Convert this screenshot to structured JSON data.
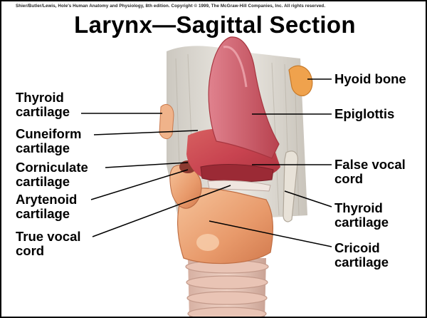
{
  "credit_line": "Shier/Butler/Lewis, Hole's Human Anatomy and Physiology, 8th edition. Copyright © 1999, The McGraw-Hill Companies, Inc. All rights reserved.",
  "title": "Larynx—Sagittal Section",
  "labels_left": {
    "thyroid": {
      "l1": "Thyroid",
      "l2": "cartilage"
    },
    "cuneiform": {
      "l1": "Cuneiform",
      "l2": "cartilage"
    },
    "corniculate": {
      "l1": "Corniculate",
      "l2": "cartilage"
    },
    "arytenoid": {
      "l1": "Arytenoid",
      "l2": "cartilage"
    },
    "true_vocal": {
      "l1": "True vocal",
      "l2": "cord"
    }
  },
  "labels_right": {
    "hyoid": {
      "l1": "Hyoid bone"
    },
    "epiglottis": {
      "l1": "Epiglottis"
    },
    "false_vocal": {
      "l1": "False vocal",
      "l2": "cord"
    },
    "thyroid": {
      "l1": "Thyroid",
      "l2": "cartilage"
    },
    "cricoid": {
      "l1": "Cricoid",
      "l2": "cartilage"
    }
  },
  "colors": {
    "cartilage": "#eda176",
    "mucosa": "#c8464e",
    "epiglottis": "#cf5a6c",
    "membrane": "#dcd8cf",
    "hyoid": "#efa24d"
  }
}
